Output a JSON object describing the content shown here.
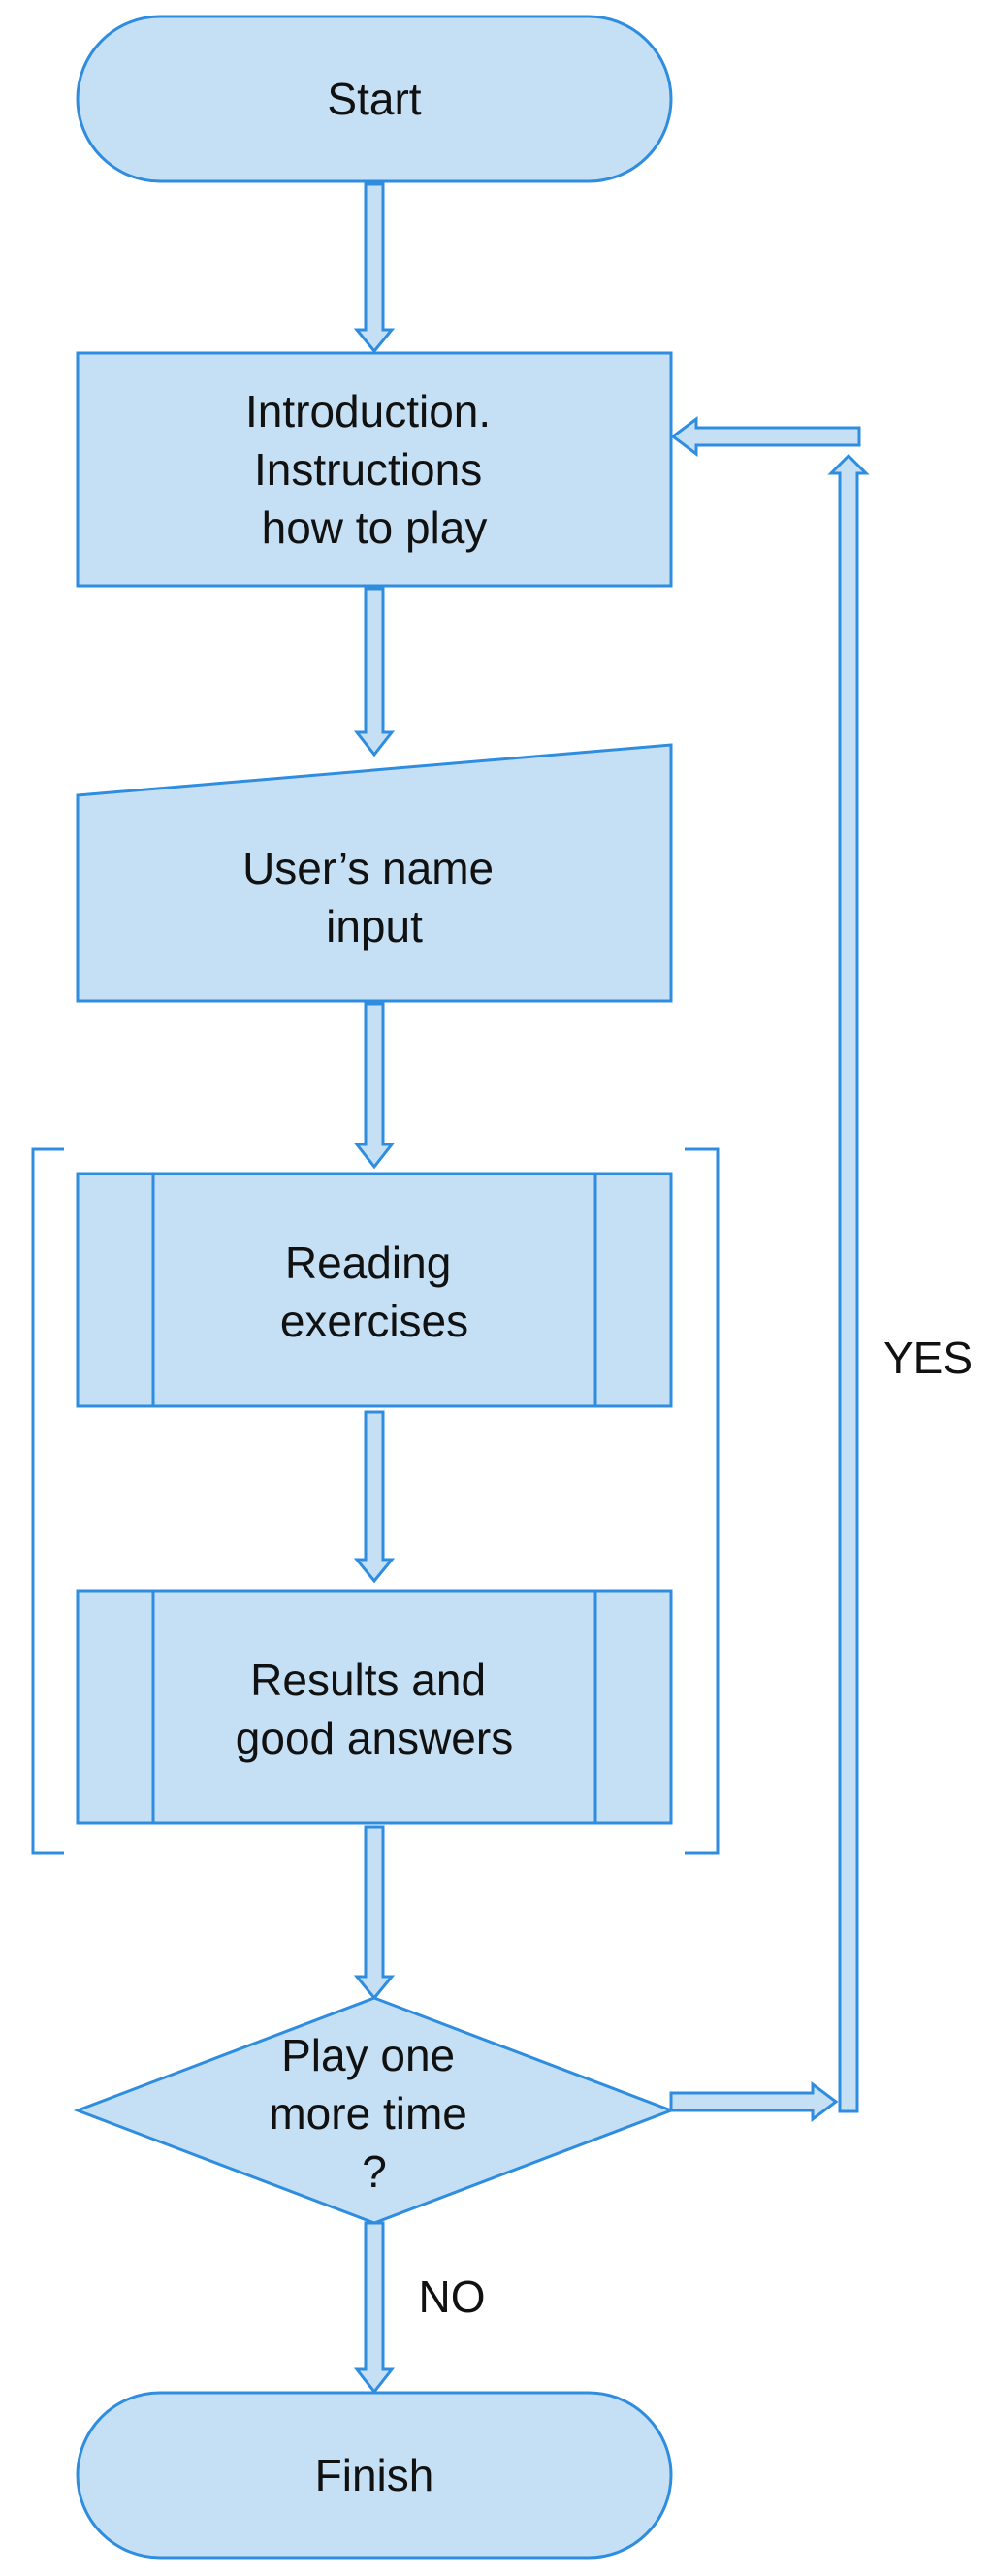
{
  "nodes": {
    "start": {
      "lines": [
        "Start"
      ]
    },
    "intro": {
      "lines": [
        "Introduction.",
        "Instructions",
        "how to play"
      ]
    },
    "name_input": {
      "lines": [
        "User’s name",
        "input"
      ]
    },
    "reading": {
      "lines": [
        "Reading",
        "exercises"
      ]
    },
    "results": {
      "lines": [
        "Results and",
        "good answers"
      ]
    },
    "decision": {
      "lines": [
        "Play one",
        "more time",
        "?"
      ]
    },
    "finish": {
      "lines": [
        "Finish"
      ]
    }
  },
  "edges": {
    "yes_label": "YES",
    "no_label": "NO"
  },
  "colors": {
    "fill": "#c5e0f4",
    "stroke": "#2f8de0",
    "text": "#111111"
  }
}
